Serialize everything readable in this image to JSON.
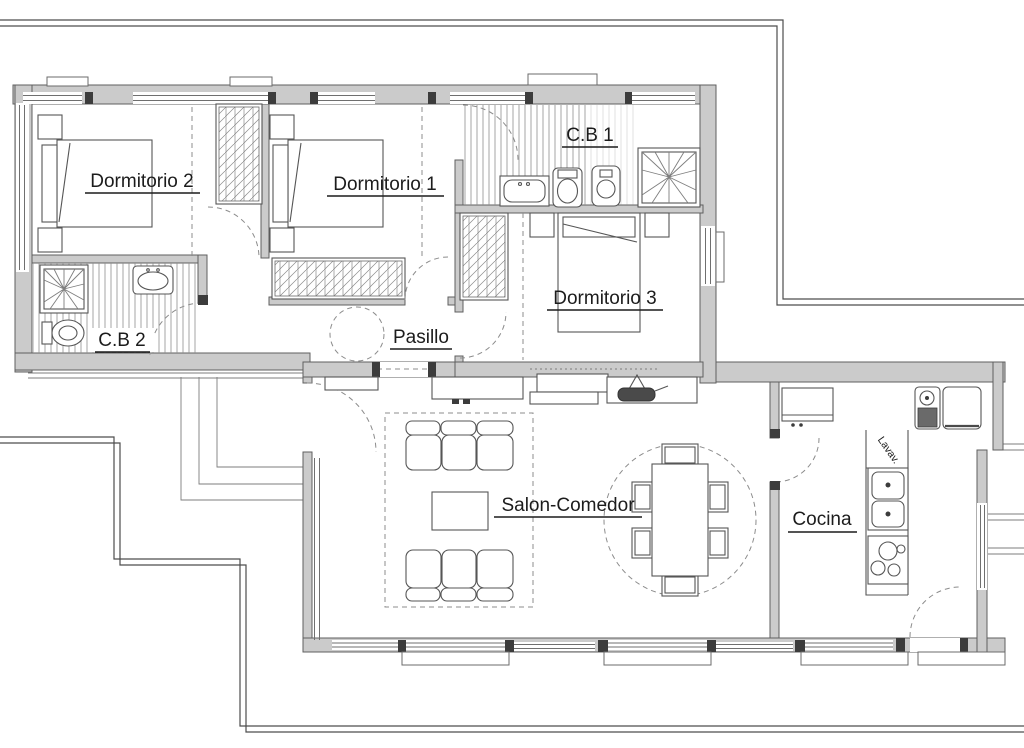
{
  "plan": {
    "type": "floor-plan",
    "rooms": {
      "dormitorio2": {
        "label": "Dormitorio 2"
      },
      "dormitorio1": {
        "label": "Dormitorio 1"
      },
      "dormitorio3": {
        "label": "Dormitorio 3"
      },
      "banyo1": {
        "label": "C.B 1"
      },
      "banyo2": {
        "label": "C.B 2"
      },
      "pasillo": {
        "label": "Pasillo"
      },
      "salon": {
        "label": "Salon-Comedor"
      },
      "cocina": {
        "label": "Cocina"
      }
    },
    "appliances": {
      "dishwasher_label": "Lavav."
    },
    "colors": {
      "background": "#ffffff",
      "wall_fill": "#cbcbcb",
      "wall_edge": "#5f5f5f",
      "line": "#565656",
      "thin_line": "#7e7e7e",
      "dashed_line": "#8c8c8c",
      "text": "#1c1c1c"
    }
  }
}
